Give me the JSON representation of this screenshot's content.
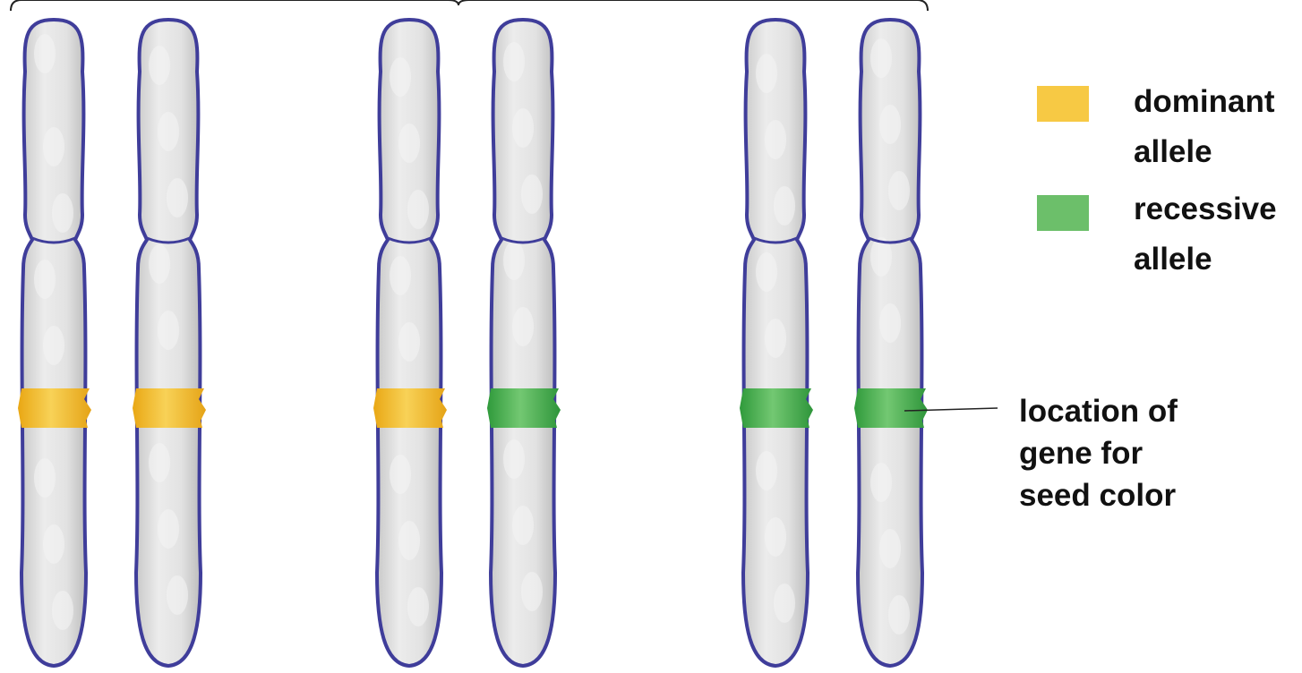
{
  "legend": {
    "dominant": {
      "line1": "dominant",
      "line2": "allele",
      "color": "#f7c944"
    },
    "recessive": {
      "line1": "recessive",
      "line2": "allele",
      "color": "#6cbf6a"
    }
  },
  "callout": {
    "line1": "location of",
    "line2": "gene for",
    "line3": "seed color"
  },
  "chromosome_pairs": [
    {
      "left": "dominant",
      "right": "dominant"
    },
    {
      "left": "dominant",
      "right": "recessive"
    },
    {
      "left": "recessive",
      "right": "recessive"
    }
  ],
  "colors": {
    "chromosome_outline": "#3f3d9a",
    "chromosome_fill": "#dcdcdc",
    "dominant_band": "#f2b824",
    "recessive_band": "#41a94a",
    "text": "#111111"
  }
}
